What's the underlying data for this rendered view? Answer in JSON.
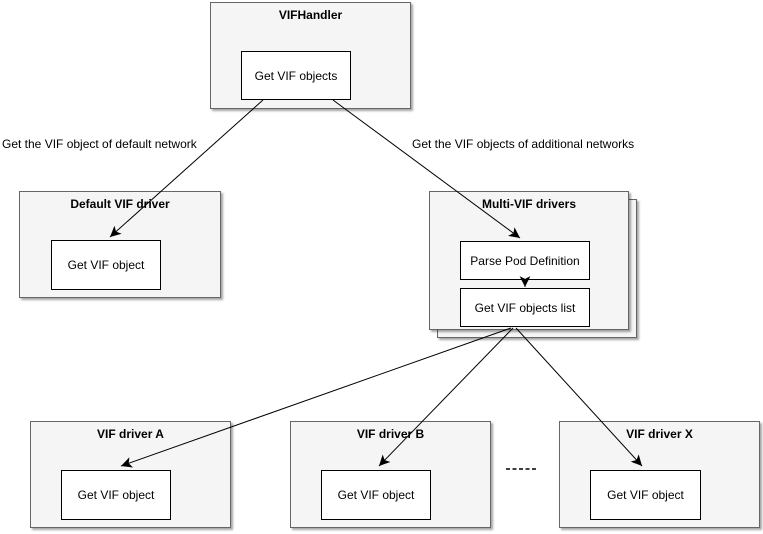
{
  "diagram": {
    "vifhandler": {
      "title": "VIFHandler",
      "step": "Get VIF objects"
    },
    "edge_labels": {
      "default_network": "Get the VIF object of default network",
      "additional_networks": "Get the VIF objects of additional networks"
    },
    "default_driver": {
      "title": "Default VIF driver",
      "step": "Get VIF object"
    },
    "multi_driver": {
      "title": "Multi-VIF drivers",
      "step1": "Parse Pod Definition",
      "step2": "Get VIF objects list"
    },
    "driver_a": {
      "title": "VIF driver A",
      "step": "Get VIF object"
    },
    "driver_b": {
      "title": "VIF driver B",
      "step": "Get VIF object"
    },
    "driver_x": {
      "title": "VIF driver X",
      "step": "Get VIF object"
    },
    "colors": {
      "background": "#ffffff",
      "node_fill": "#f5f5f5",
      "node_border": "#666666",
      "inner_fill": "#ffffff",
      "inner_border": "#000000",
      "arrow": "#000000",
      "text": "#000000"
    }
  }
}
